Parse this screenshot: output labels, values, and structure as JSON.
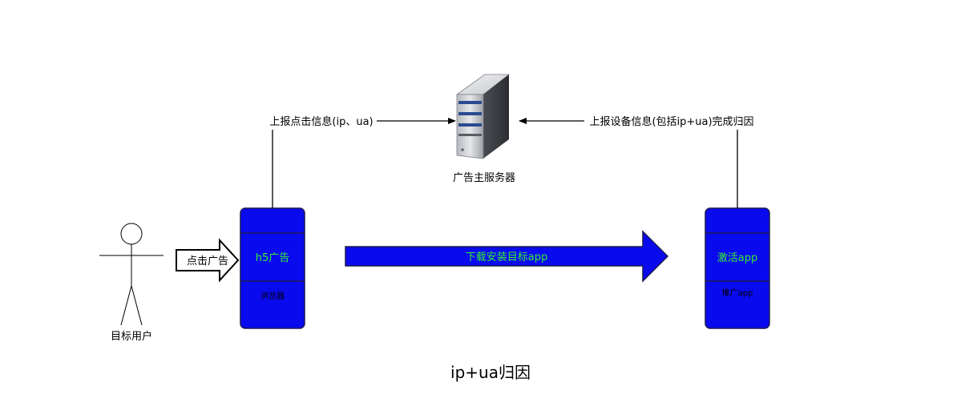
{
  "user": {
    "label": "目标用户"
  },
  "click_arrow": {
    "label": "点击广告"
  },
  "browser_device": {
    "top_label": "h5广告",
    "bottom_label": "浏览器"
  },
  "download_arrow": {
    "label": "下载安装目标app"
  },
  "app_device": {
    "top_label": "激活app",
    "bottom_label": "推广app"
  },
  "server": {
    "label": "广告主服务器"
  },
  "report_left": {
    "label": "上报点击信息(ip、ua)"
  },
  "report_right": {
    "label": "上报设备信息(包括ip+ua)完成归因"
  },
  "diagram_title": "ip+ua归因",
  "colors": {
    "device_fill": "#0a0aee",
    "device_border": "#1a1a55",
    "highlight_text": "#33ee33",
    "line": "#000000"
  }
}
